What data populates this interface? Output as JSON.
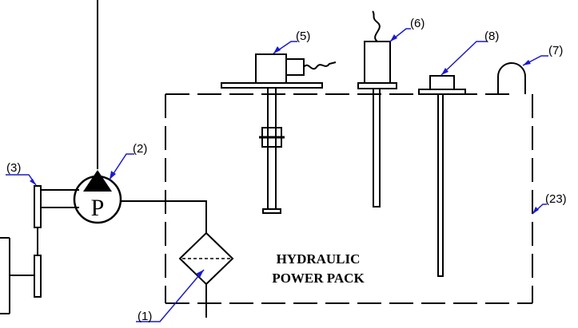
{
  "diagram": {
    "title_lines": [
      "HYDRAULIC",
      "POWER PACK"
    ],
    "pump_symbol_letter": "P",
    "callouts": [
      {
        "id": "1",
        "label": "(1)"
      },
      {
        "id": "2",
        "label": "(2)"
      },
      {
        "id": "3",
        "label": "(3)"
      },
      {
        "id": "5",
        "label": "(5)"
      },
      {
        "id": "6",
        "label": "(6)"
      },
      {
        "id": "7",
        "label": "(7)"
      },
      {
        "id": "8",
        "label": "(8)"
      },
      {
        "id": "23",
        "label": "(23)"
      }
    ],
    "colors": {
      "line": "#000000",
      "leader": "#1a1acc",
      "background": "#ffffff"
    }
  }
}
